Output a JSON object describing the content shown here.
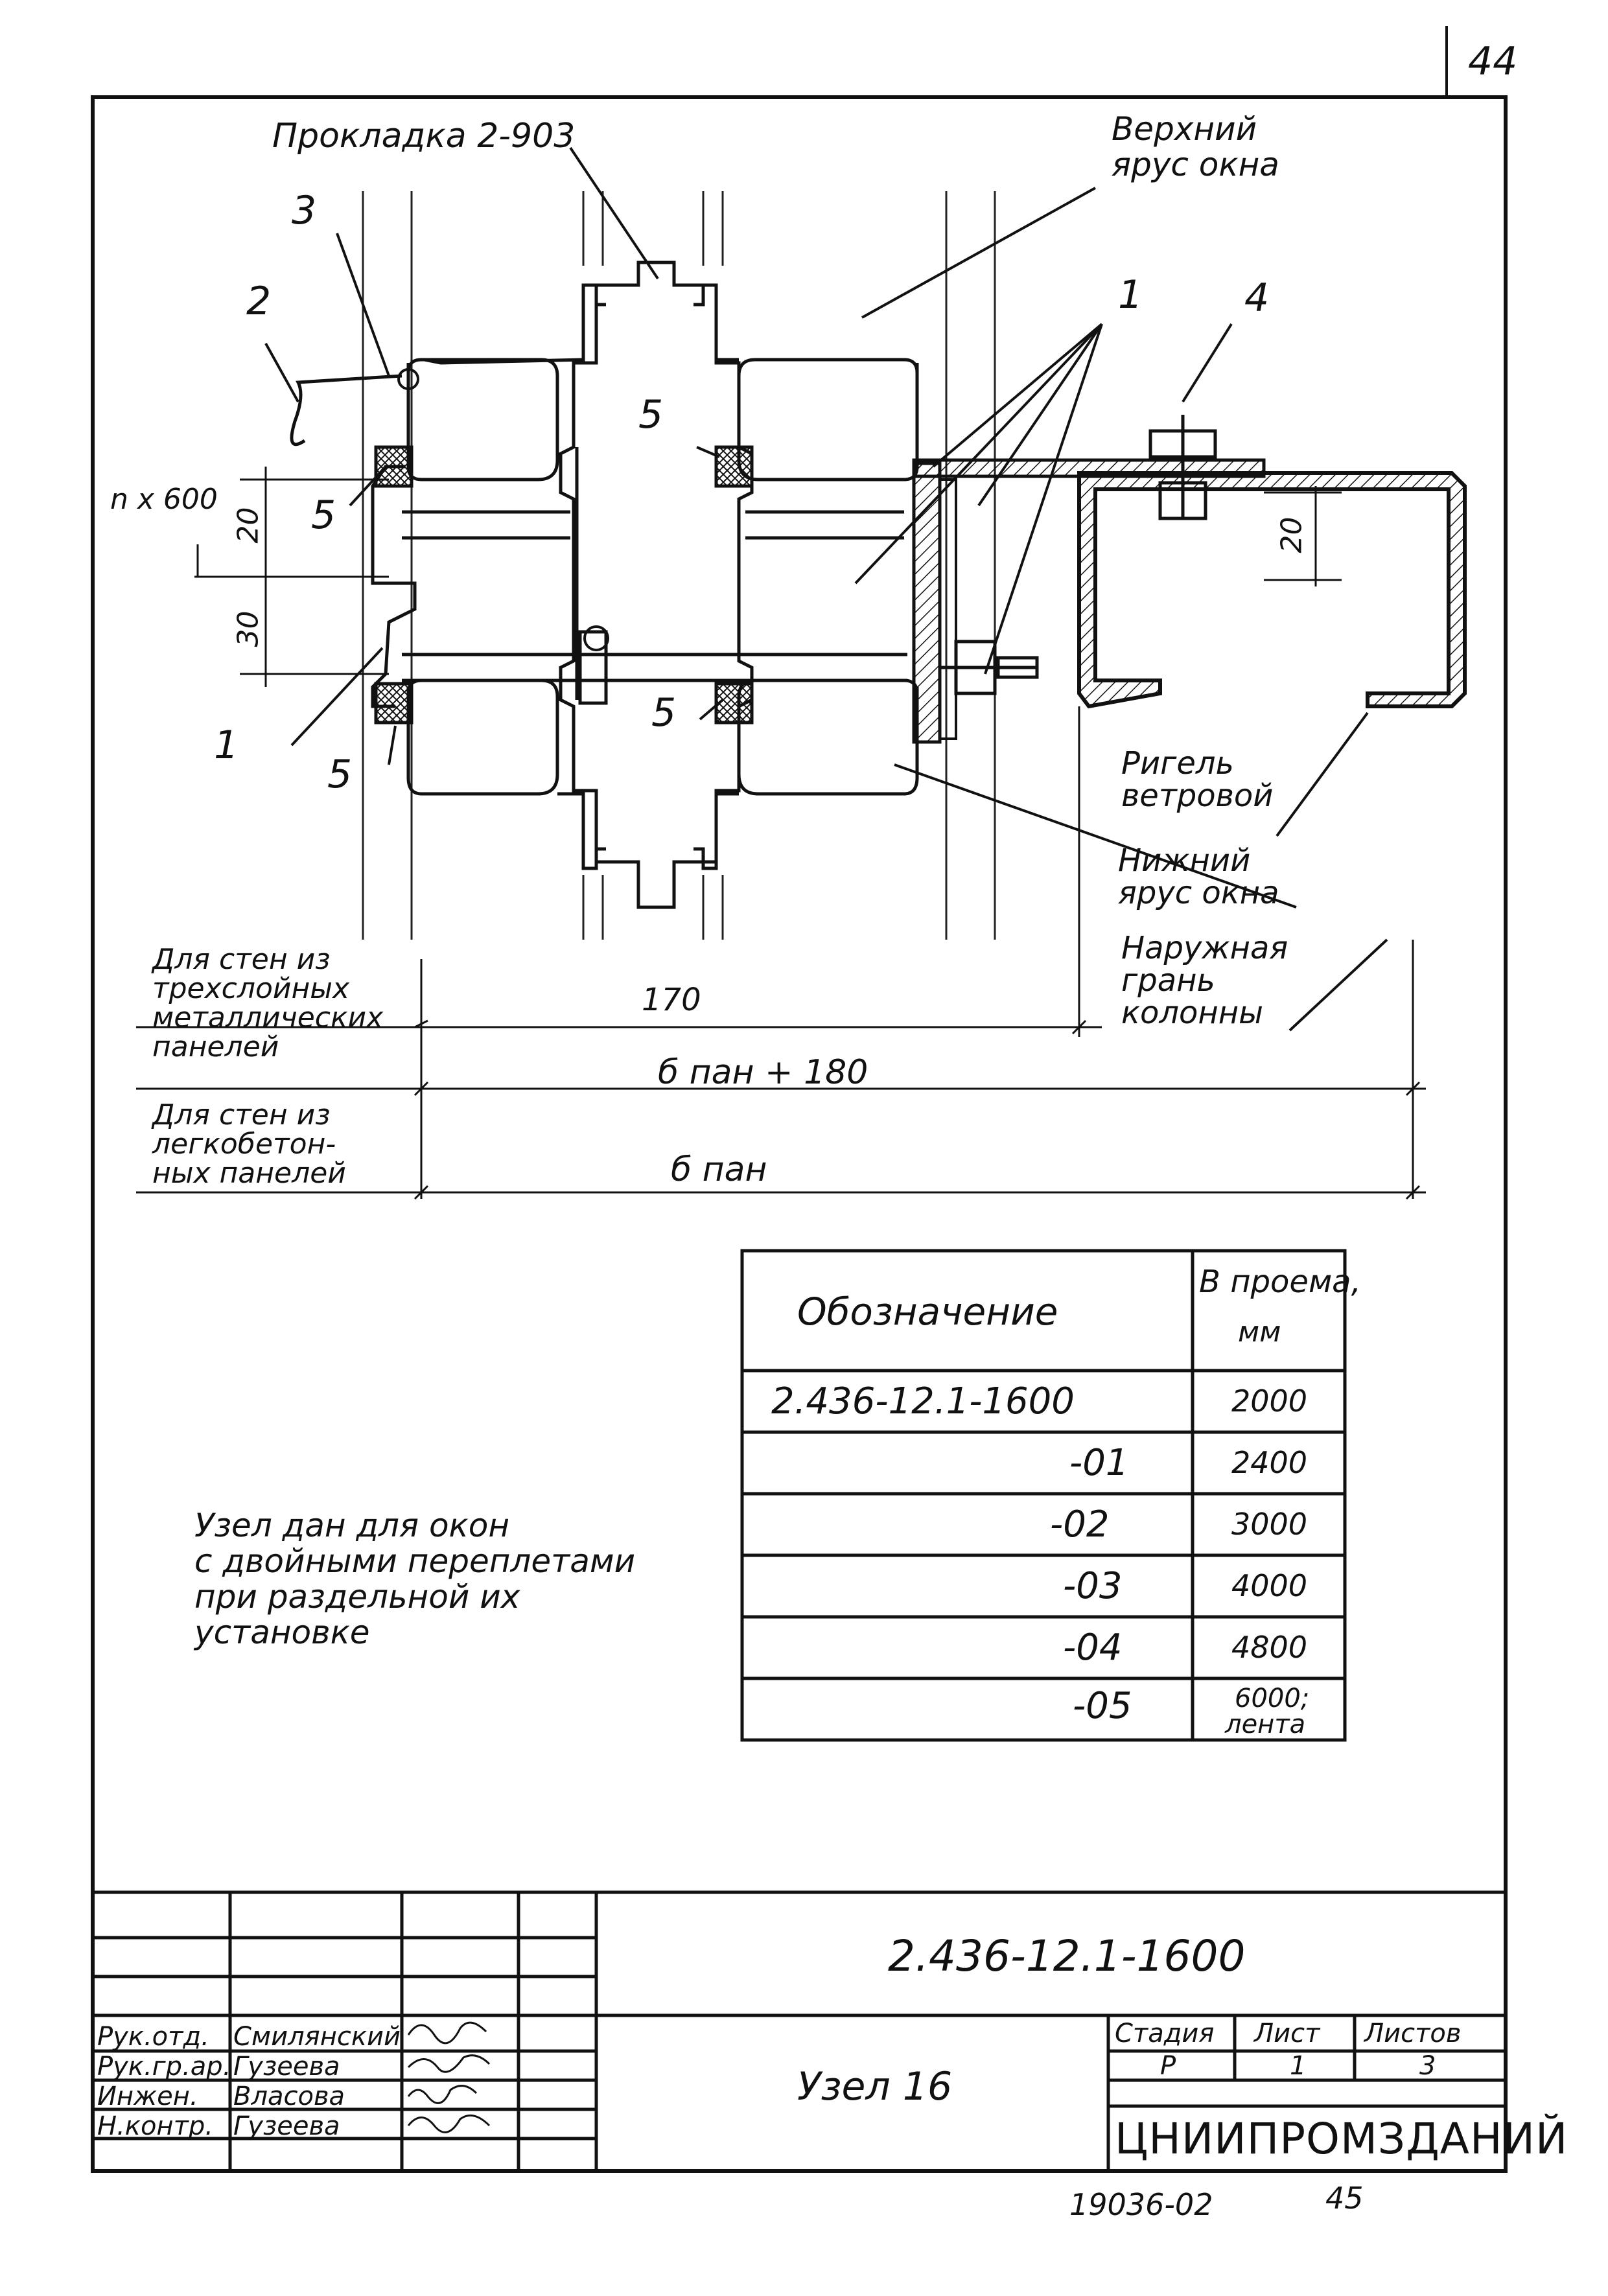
{
  "sheet": {
    "number": "44",
    "bottom_code": "19036-02",
    "bottom_num": "45"
  },
  "labels": {
    "gasket": "Прокладка 2-903",
    "upper_tier": [
      "Верхний",
      "ярус окна"
    ],
    "lower_tier": [
      "Нижний",
      "ярус окна"
    ],
    "wind_girder": [
      "Ригель",
      "ветровой"
    ],
    "column_face": [
      "Наружная",
      "грань",
      "колонны"
    ],
    "step": "n x 600",
    "callouts": [
      "1",
      "2",
      "3",
      "4",
      "5"
    ],
    "dims": {
      "d20_left": "20",
      "d30": "30",
      "d20_right": "20",
      "d170": "170"
    },
    "walls_metal": [
      "Для стен из",
      "трехслойных",
      "металлических",
      "панелей"
    ],
    "walls_concrete": [
      "Для стен из",
      "легкобетон-",
      "ных панелей"
    ],
    "dim_metal": "б пан + 180",
    "dim_concrete": "б пан",
    "note": [
      "Узел дан для окон",
      "с двойными переплетами",
      "при раздельной их",
      "установке"
    ]
  },
  "spec_table": {
    "header_designation": "Обозначение",
    "header_opening": [
      "В проема,",
      "мм"
    ],
    "rows": [
      {
        "designation": "2.436-12.1-1600",
        "opening": "2000"
      },
      {
        "designation": "-01",
        "opening": "2400"
      },
      {
        "designation": "-02",
        "opening": "3000"
      },
      {
        "designation": "-03",
        "opening": "4000"
      },
      {
        "designation": "-04",
        "opening": "4800"
      },
      {
        "designation": "-05",
        "opening": [
          "6000;",
          "лента"
        ]
      }
    ]
  },
  "title_block": {
    "doc_code": "2.436-12.1-1600",
    "node_title": "Узел 16",
    "stage_header": "Стадия",
    "sheet_header": "Лист",
    "sheets_header": "Листов",
    "stage": "Р",
    "sheet": "1",
    "sheets": "3",
    "organization": "ЦНИИПРОМЗДАНИЙ",
    "roles": [
      {
        "role": "Рук.отд.",
        "name": "Смилянский"
      },
      {
        "role": "Рук.гр.ар.",
        "name": "Гузеева"
      },
      {
        "role": "Инжен.",
        "name": "Власова"
      },
      {
        "role": "Н.контр.",
        "name": "Гузеева"
      }
    ]
  }
}
